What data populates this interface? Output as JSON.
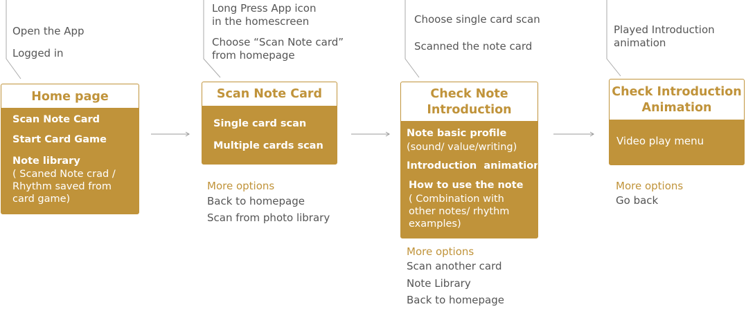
{
  "colors": {
    "accent": "#c0933a",
    "text": "#555555",
    "line": "#999999"
  },
  "steps": [
    {
      "notes": [
        "Open the App",
        "Logged in"
      ],
      "title": "Home page",
      "items": [
        {
          "label": "Scan Note Card"
        },
        {
          "label": "Start Card Game"
        },
        {
          "label": "Note library",
          "detail": "( Scaned Note crad /\nRhythm saved from\ncard game)"
        }
      ]
    },
    {
      "notes": [
        "Long Press App icon\nin the homescreen",
        "Choose “Scan Note card”\nfrom homepage"
      ],
      "title": "Scan Note Card",
      "items": [
        {
          "label": "Single card scan"
        },
        {
          "label": "Multiple cards scan"
        }
      ],
      "more_title": "More options",
      "more": [
        "Back to homepage",
        "Scan from photo library"
      ]
    },
    {
      "notes": [
        "Choose single card scan",
        "Scanned the note card"
      ],
      "title": "Check Note\nIntroduction",
      "items": [
        {
          "label": "Note basic profile",
          "detail": "(sound/ value/writing)"
        },
        {
          "label": "Introduction  animation"
        },
        {
          "label": "How to use the note",
          "detail": "( Combination with\nother notes/ rhythm\nexamples)"
        }
      ],
      "more_title": "More options",
      "more": [
        "Scan another card",
        "Note Library",
        "Back to homepage"
      ]
    },
    {
      "notes": [
        "Played Introduction\nanimation"
      ],
      "title": "Check Introduction\nAnimation",
      "items": [
        {
          "label": "Video play menu"
        }
      ],
      "more_title": "More options",
      "more": [
        "Go back"
      ]
    }
  ]
}
